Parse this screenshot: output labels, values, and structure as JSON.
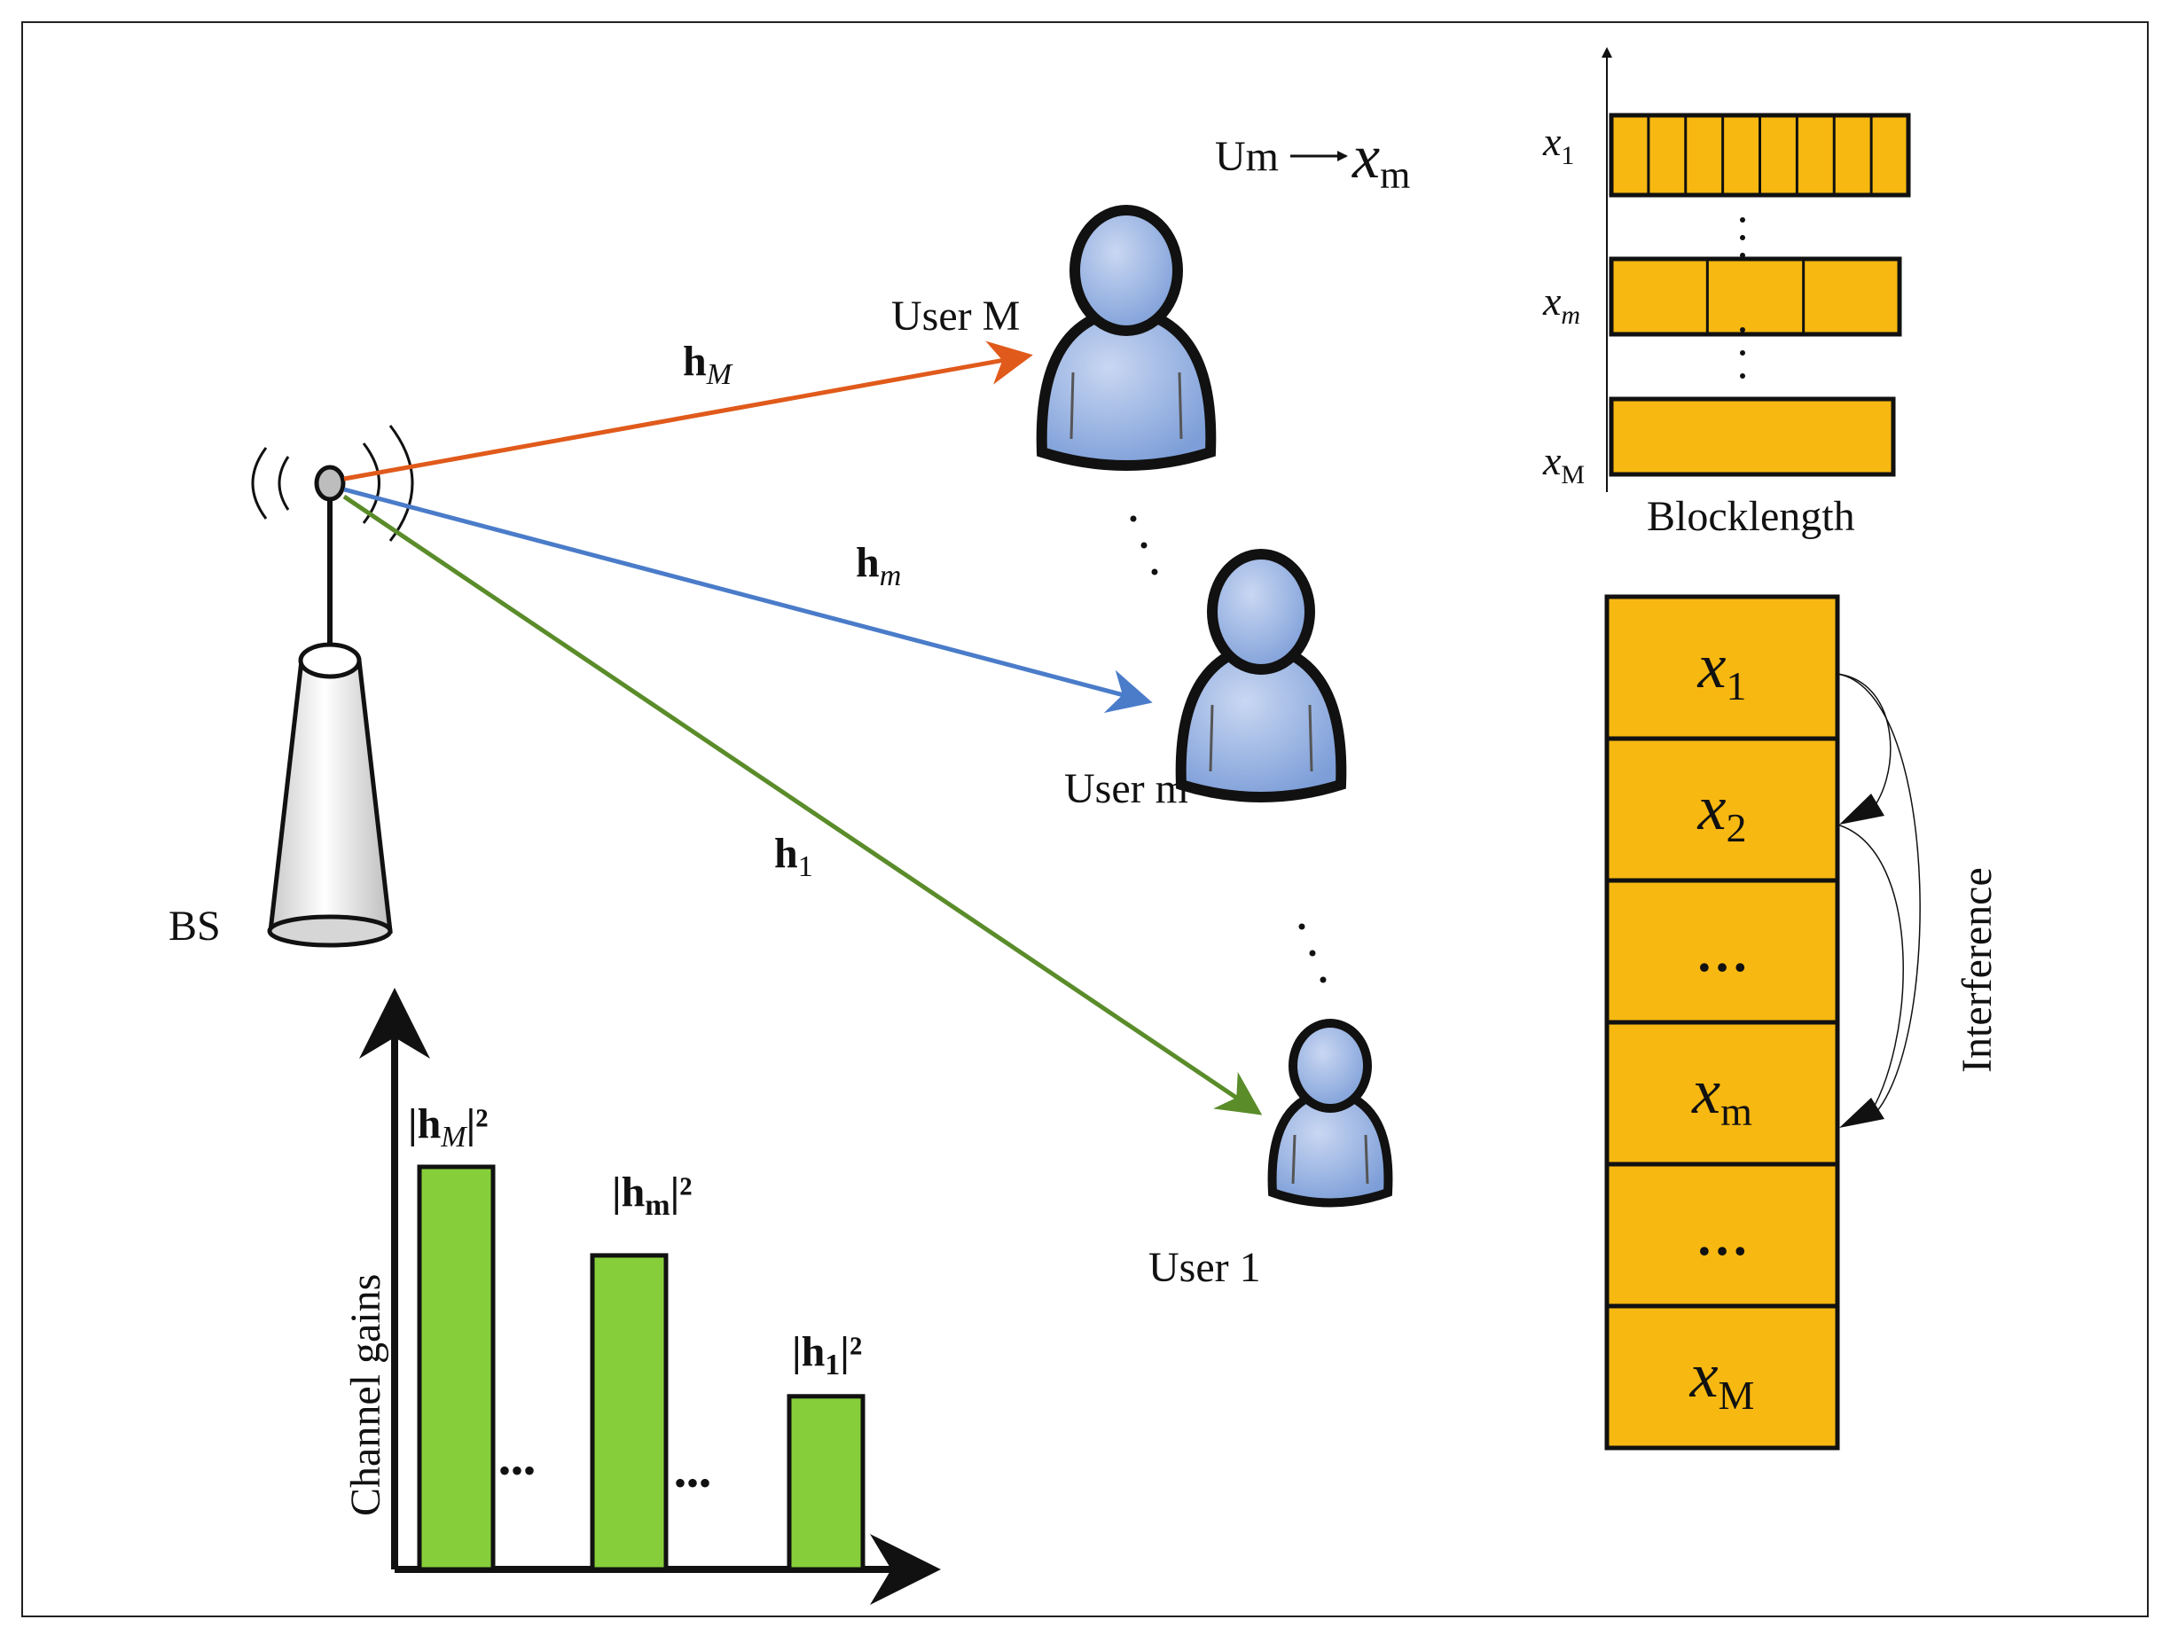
{
  "diagram": {
    "bs_label": "BS",
    "users": [
      {
        "id": "user-M",
        "label": "User M"
      },
      {
        "id": "user-m",
        "label": "User m"
      },
      {
        "id": "user-1",
        "label": "User 1"
      }
    ],
    "vertical_dots": "·\n·\n·",
    "channels": {
      "hM": {
        "base": "h",
        "sub": "M"
      },
      "hm": {
        "base": "h",
        "sub": "m"
      },
      "h1": {
        "base": "h",
        "sub": "1"
      }
    },
    "mapping": {
      "left": "Um",
      "right_base": "x",
      "right_sub": "m"
    },
    "blocks": {
      "rows": [
        {
          "base": "x",
          "sub": "1",
          "segments": 8
        },
        {
          "base": "x",
          "sub": "m",
          "segments": 3
        },
        {
          "base": "x",
          "sub": "M",
          "segments": 1
        }
      ],
      "axis_label": "Blocklength"
    },
    "stack": {
      "cells": [
        {
          "base": "x",
          "sub": "1"
        },
        {
          "base": "x",
          "sub": "2"
        },
        {
          "base": "…",
          "sub": ""
        },
        {
          "base": "x",
          "sub": "m"
        },
        {
          "base": "…",
          "sub": ""
        },
        {
          "base": "x",
          "sub": "M"
        }
      ],
      "interference_label": "Interference"
    },
    "gains": {
      "ylabel": "Channel gains",
      "bars": [
        {
          "label_base": "|h",
          "label_sub": "M",
          "label_sup": "|²",
          "relative_height": 1.0
        },
        {
          "label_base": "|h",
          "label_sub": "m",
          "label_sup": "|²",
          "relative_height": 0.78
        },
        {
          "label_base": "|h",
          "label_sub": "1",
          "label_sup": "|²",
          "relative_height": 0.43
        }
      ],
      "gap_label": "•••"
    },
    "colors": {
      "orange_link": "#e05a1b",
      "blue_link": "#4a7cc9",
      "green_link": "#5a8c2a",
      "user_fill": "#9fb8e3",
      "block_fill": "#f7b811",
      "bar_fill": "#86cf3a"
    }
  }
}
